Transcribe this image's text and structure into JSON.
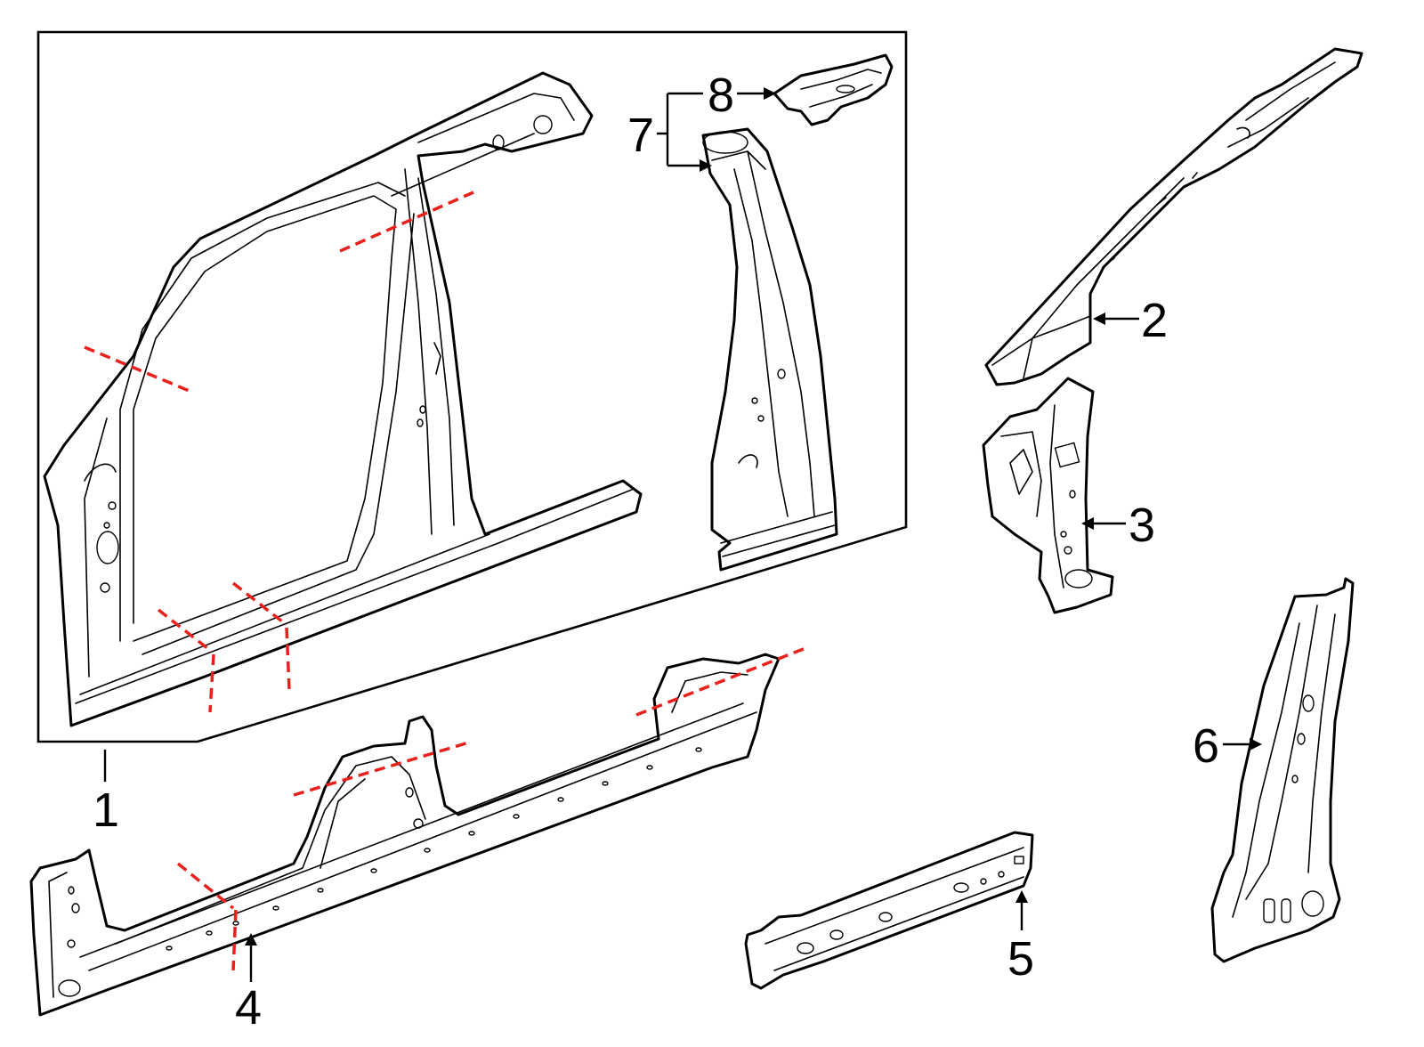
{
  "callouts": [
    {
      "id": "1",
      "label": "1"
    },
    {
      "id": "2",
      "label": "2"
    },
    {
      "id": "3",
      "label": "3"
    },
    {
      "id": "4",
      "label": "4"
    },
    {
      "id": "5",
      "label": "5"
    },
    {
      "id": "6",
      "label": "6"
    },
    {
      "id": "7",
      "label": "7"
    },
    {
      "id": "8",
      "label": "8"
    }
  ],
  "colors": {
    "outline": "#000000",
    "cut_line": "#e8211d",
    "background": "#ffffff"
  }
}
